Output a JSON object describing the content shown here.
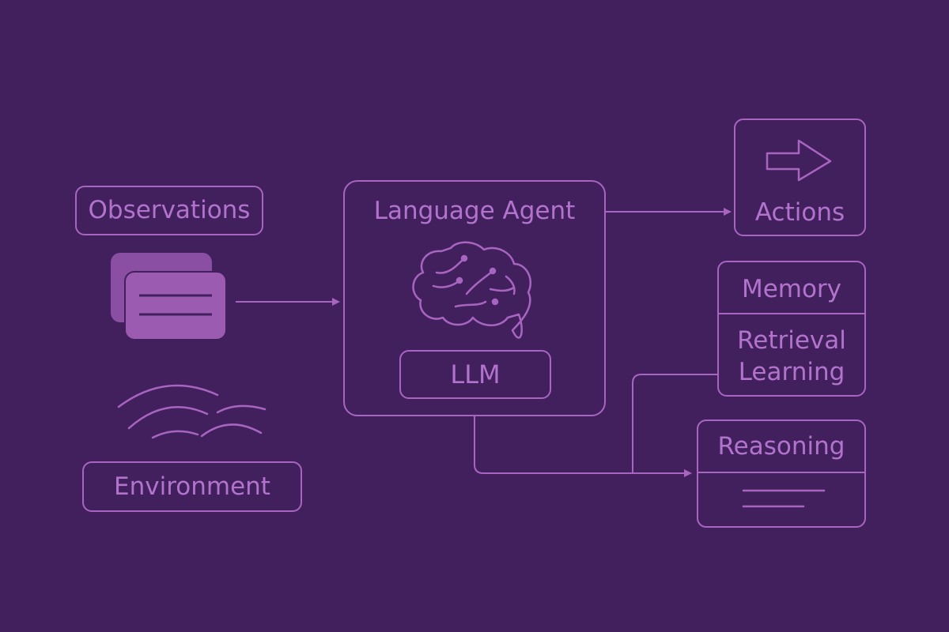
{
  "colors": {
    "background": "#42205e",
    "stroke": "#a865c0",
    "text": "#b273cc",
    "card_fill": "#9b5bb1"
  },
  "observations": {
    "label": "Observations",
    "icon": "document-stack-icon"
  },
  "environment": {
    "label": "Environment",
    "icon": "wave-arcs-icon"
  },
  "agent": {
    "title": "Language Agent",
    "brain_icon": "brain-icon",
    "llm_label": "LLM"
  },
  "actions": {
    "label": "Actions",
    "icon": "arrow-right-icon"
  },
  "memory": {
    "title": "Memory",
    "items": [
      "Retrieval",
      "Learning"
    ]
  },
  "reasoning": {
    "title": "Reasoning",
    "icon": "text-lines-icon"
  }
}
